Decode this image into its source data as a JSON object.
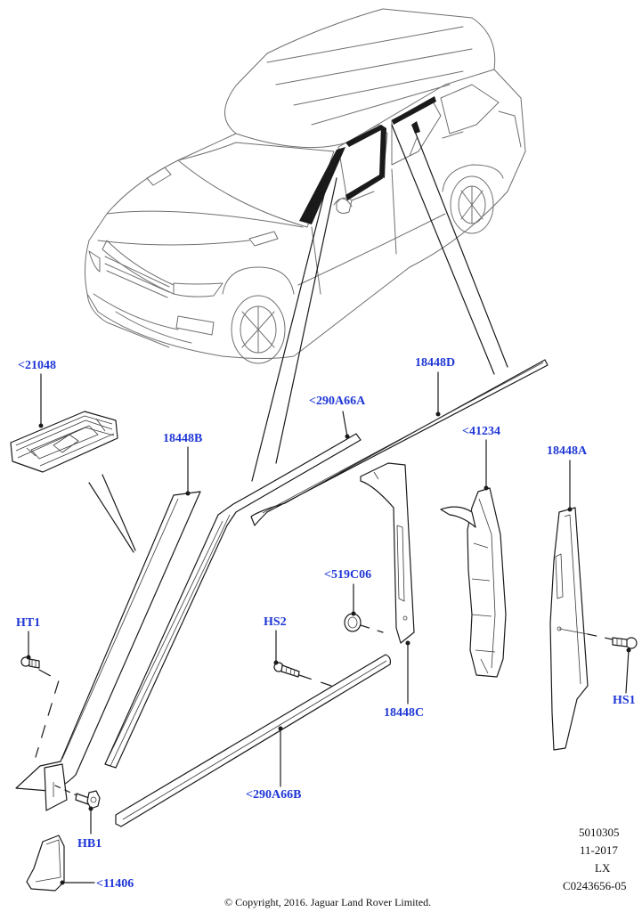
{
  "callouts": {
    "c21048": "<21048",
    "c18448B": "18448B",
    "c290A66A": "<290A66A",
    "c18448D": "18448D",
    "c41234": "<41234",
    "c18448A": "18448A",
    "c519C06": "<519C06",
    "cHT1": "HT1",
    "cHS2": "HS2",
    "c18448C": "18448C",
    "cHS1": "HS1",
    "c290A66B": "<290A66B",
    "cHB1": "HB1",
    "c11406": "<11406"
  },
  "doc_info": {
    "ref": "5010305",
    "date": "11-2017",
    "code": "LX",
    "illustration": "C0243656-05"
  },
  "copyright": "© Copyright, 2016. Jaguar Land Rover Limited.",
  "colors": {
    "callout": "#1f37d6",
    "line": "#1a1a1a",
    "vehicle": "#6f6f6f"
  }
}
